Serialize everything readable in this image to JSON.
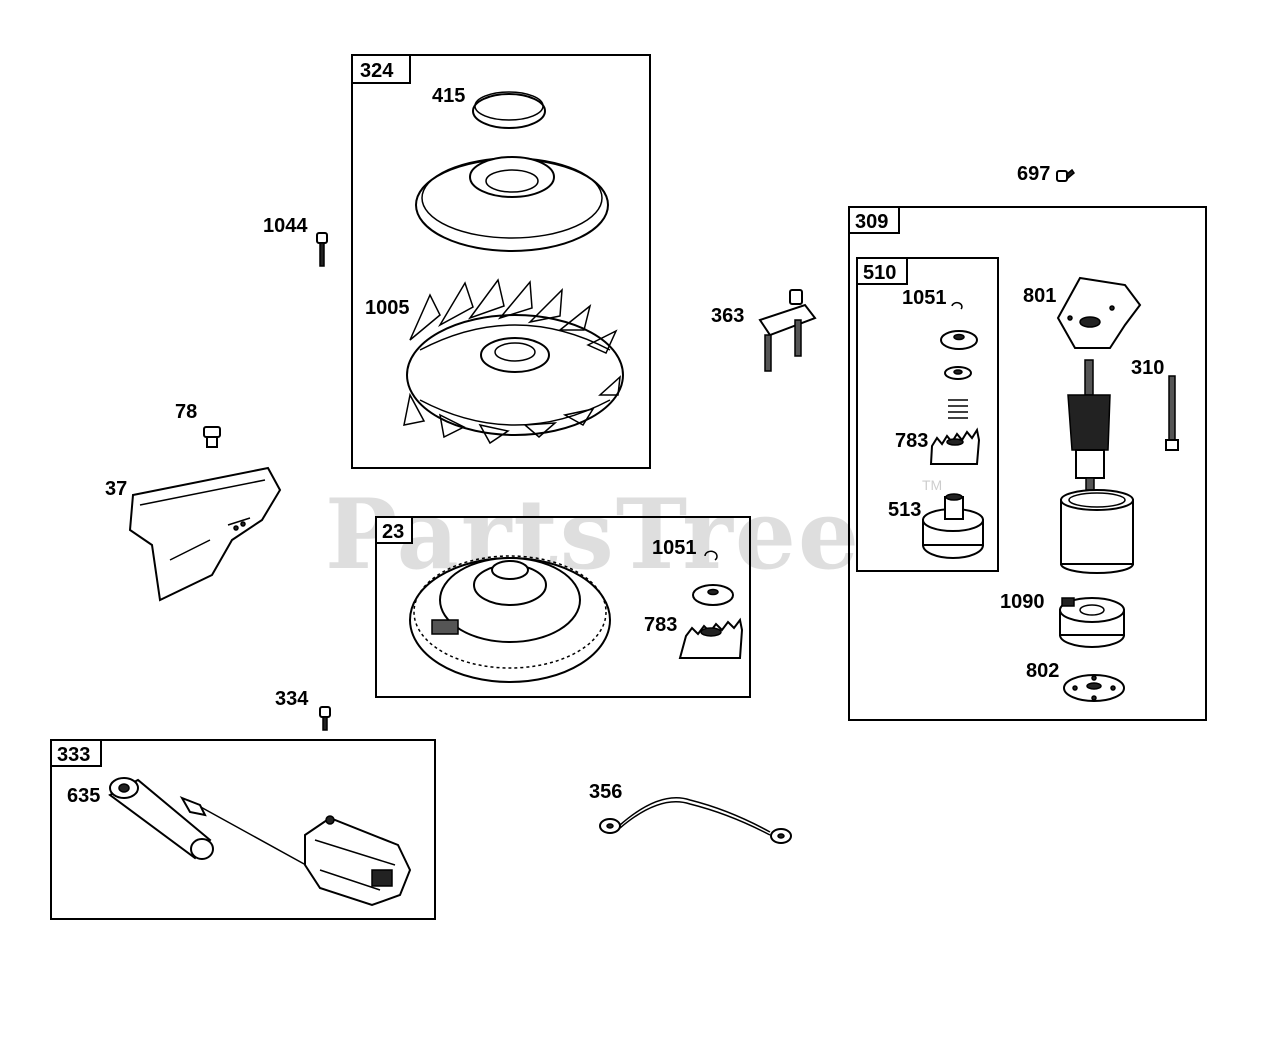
{
  "watermark": {
    "text": "PartsTree",
    "tm": "TM"
  },
  "groups": {
    "g324": "324",
    "g23": "23",
    "g309": "309",
    "g510": "510",
    "g333": "333"
  },
  "callouts": {
    "c415": "415",
    "c1044": "1044",
    "c1005": "1005",
    "c78": "78",
    "c37": "37",
    "c363": "363",
    "c697": "697",
    "c1051a": "1051",
    "c801": "801",
    "c310": "310",
    "c783a": "783",
    "c513": "513",
    "c1051b": "1051",
    "c783b": "783",
    "c1090": "1090",
    "c802": "802",
    "c334": "334",
    "c635": "635",
    "c356": "356"
  }
}
